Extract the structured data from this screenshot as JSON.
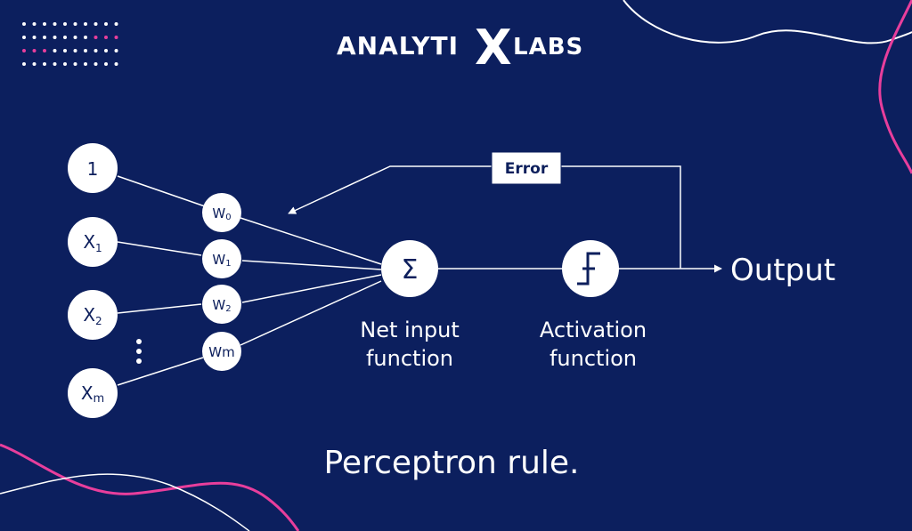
{
  "colors": {
    "background": "#0c1f5e",
    "accent_pink": "#e83e9c",
    "line": "#ffffff",
    "node_text": "#0d1f5c"
  },
  "logo": {
    "left": "ANALYTI",
    "x": "X",
    "right": "LABS"
  },
  "inputs": [
    {
      "base": "1",
      "sub": ""
    },
    {
      "base": "X",
      "sub": "1"
    },
    {
      "base": "X",
      "sub": "2"
    },
    {
      "base": "X",
      "sub": "m"
    }
  ],
  "weights": [
    {
      "base": "W",
      "sub": "0"
    },
    {
      "base": "W",
      "sub": "1"
    },
    {
      "base": "W",
      "sub": "2"
    },
    {
      "base": "Wm",
      "sub": ""
    }
  ],
  "sum_symbol": "Σ",
  "net_input": {
    "line1": "Net input",
    "line2": "function"
  },
  "activation": {
    "line1": "Activation",
    "line2": "function"
  },
  "error_label": "Error",
  "output_label": "Output",
  "caption": "Perceptron rule."
}
